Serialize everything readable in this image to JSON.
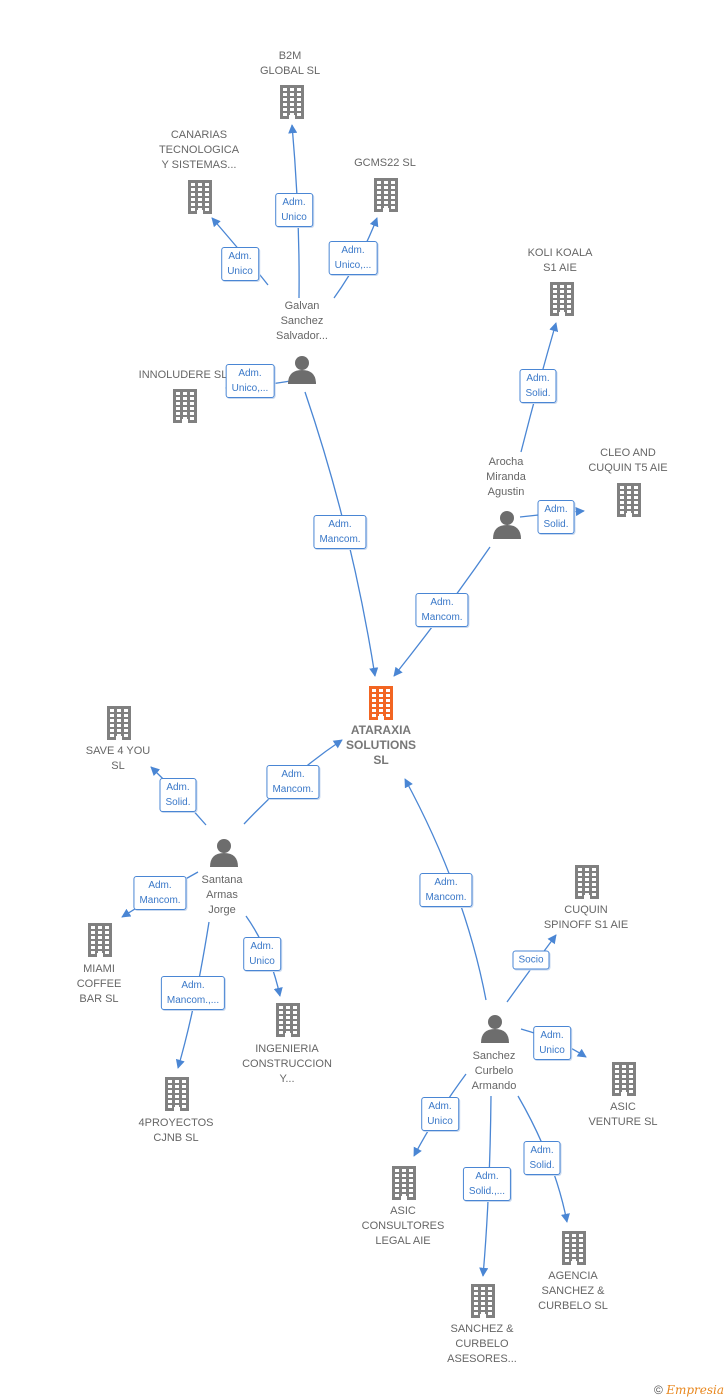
{
  "colors": {
    "edge": "#4a86d4",
    "building": "#808080",
    "main": "#f26522",
    "person": "#6d6d6d"
  },
  "nodes": {
    "ataraxia": {
      "label": "ATARAXIA\nSOLUTIONS\nSL",
      "icon": "building-icon"
    },
    "b2m": {
      "label": "B2M\nGLOBAL SL",
      "icon": "building-icon"
    },
    "canarias": {
      "label": "CANARIAS\nTECNOLOGICA\nY SISTEMAS...",
      "icon": "building-icon"
    },
    "gcms22": {
      "label": "GCMS22  SL",
      "icon": "building-icon"
    },
    "innoludere": {
      "label": "INNOLUDERE SL",
      "icon": "building-icon"
    },
    "galvan": {
      "label": "Galvan\nSanchez\nSalvador...",
      "icon": "person-icon"
    },
    "koli": {
      "label": "KOLI KOALA\nS1  AIE",
      "icon": "building-icon"
    },
    "cleo": {
      "label": "CLEO AND\nCUQUIN T5  AIE",
      "icon": "building-icon"
    },
    "arocha": {
      "label": "Arocha\nMiranda\nAgustin",
      "icon": "person-icon"
    },
    "save4you": {
      "label": "SAVE 4 YOU\nSL",
      "icon": "building-icon"
    },
    "santana": {
      "label": "Santana\nArmas\nJorge",
      "icon": "person-icon"
    },
    "miami": {
      "label": "MIAMI\nCOFFEE\nBAR  SL",
      "icon": "building-icon"
    },
    "ingenieria": {
      "label": "INGENIERIA\nCONSTRUCCION\nY...",
      "icon": "building-icon"
    },
    "4proyectos": {
      "label": "4PROYECTOS\nCJNB  SL",
      "icon": "building-icon"
    },
    "cuquin": {
      "label": "CUQUIN\nSPINOFF S1 AIE",
      "icon": "building-icon"
    },
    "sanchez": {
      "label": "Sanchez\nCurbelo\nArmando",
      "icon": "person-icon"
    },
    "asicventure": {
      "label": "ASIC\nVENTURE  SL",
      "icon": "building-icon"
    },
    "asicconsultores": {
      "label": "ASIC\nCONSULTORES\nLEGAL  AIE",
      "icon": "building-icon"
    },
    "agencia": {
      "label": "AGENCIA\nSANCHEZ &\nCURBELO  SL",
      "icon": "building-icon"
    },
    "sanchezasesores": {
      "label": "SANCHEZ &\nCURBELO\nASESORES...",
      "icon": "building-icon"
    }
  },
  "edges": [
    {
      "label": "Adm.\nUnico"
    },
    {
      "label": "Adm.\nUnico"
    },
    {
      "label": "Adm.\nUnico,..."
    },
    {
      "label": "Adm.\nUnico,..."
    },
    {
      "label": "Adm.\nMancom."
    },
    {
      "label": "Adm.\nSolid."
    },
    {
      "label": "Adm.\nSolid."
    },
    {
      "label": "Adm.\nMancom."
    },
    {
      "label": "Adm.\nSolid."
    },
    {
      "label": "Adm.\nMancom."
    },
    {
      "label": "Adm.\nMancom."
    },
    {
      "label": "Adm.\nUnico"
    },
    {
      "label": "Adm.\nMancom.,..."
    },
    {
      "label": "Adm.\nMancom."
    },
    {
      "label": "Socio"
    },
    {
      "label": "Adm.\nUnico"
    },
    {
      "label": "Adm.\nUnico"
    },
    {
      "label": "Adm.\nSolid.,..."
    },
    {
      "label": "Adm.\nSolid."
    }
  ],
  "footer": {
    "copyright": "©",
    "brand": "Empresia"
  }
}
